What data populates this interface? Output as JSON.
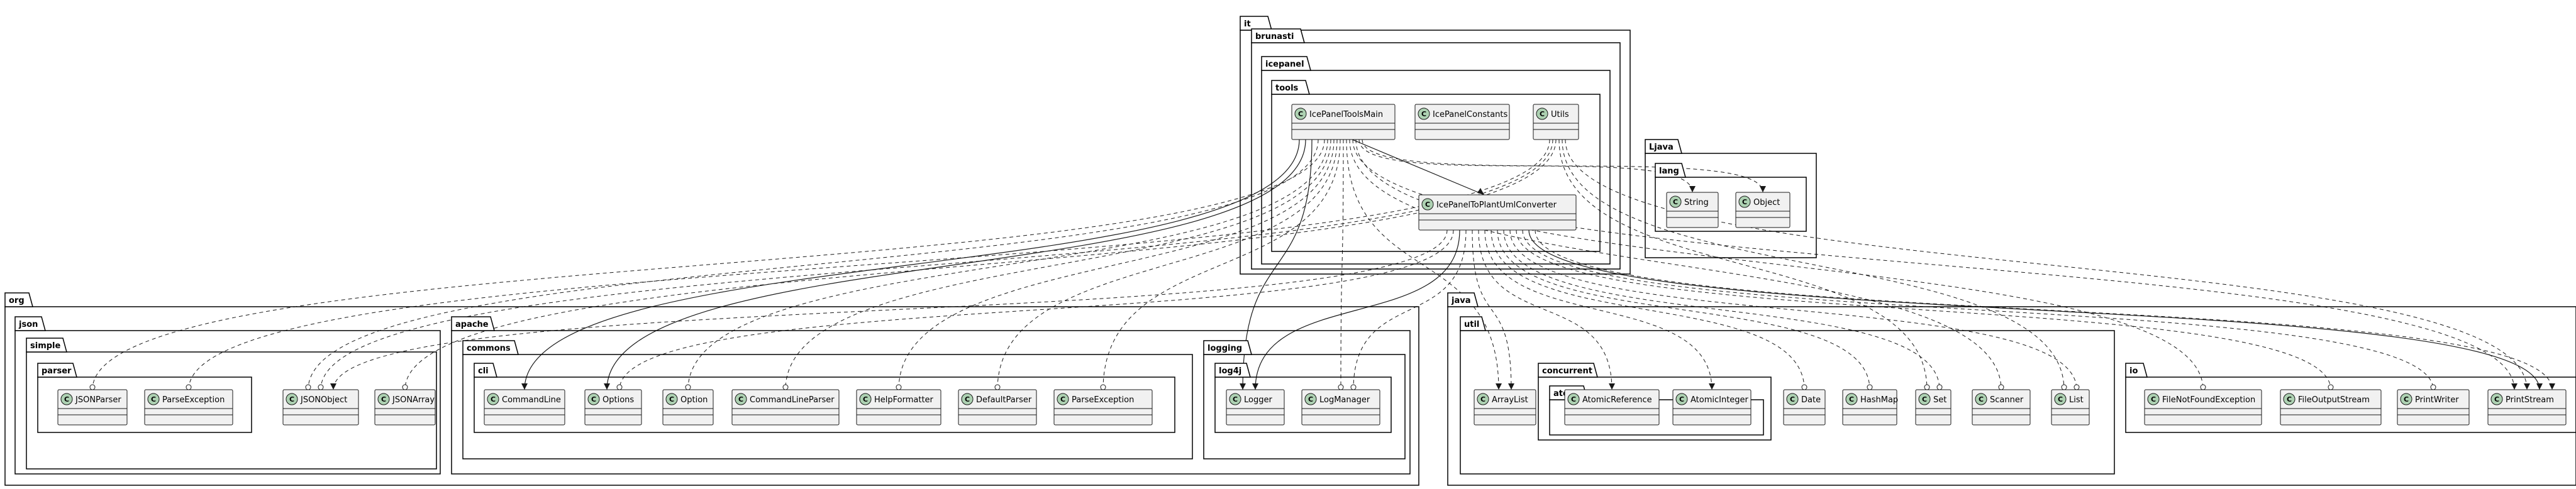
{
  "packages": {
    "it": "it",
    "brunasti": "brunasti",
    "icepanel": "icepanel",
    "tools": "tools",
    "ljava": "Ljava",
    "lang": "lang",
    "org": "org",
    "json": "json",
    "simple": "simple",
    "parser": "parser",
    "apache": "apache",
    "commons": "commons",
    "cli": "cli",
    "logging": "logging",
    "log4j": "log4j",
    "java": "java",
    "util": "util",
    "concurrent": "concurrent",
    "atomic": "atomic",
    "io": "io"
  },
  "classes": {
    "IcePanelToolsMain": "IcePanelToolsMain",
    "IcePanelConstants": "IcePanelConstants",
    "Utils": "Utils",
    "IcePanelToPlantUmlConverter": "IcePanelToPlantUmlConverter",
    "String": "String",
    "Object": "Object",
    "JSONParser": "JSONParser",
    "ParseException_json": "ParseException",
    "JSONObject": "JSONObject",
    "JSONArray": "JSONArray",
    "CommandLine": "CommandLine",
    "Options": "Options",
    "Option": "Option",
    "CommandLineParser": "CommandLineParser",
    "HelpFormatter": "HelpFormatter",
    "DefaultParser": "DefaultParser",
    "ParseException_cli": "ParseException",
    "Logger": "Logger",
    "LogManager": "LogManager",
    "ArrayList": "ArrayList",
    "AtomicReference": "AtomicReference",
    "AtomicInteger": "AtomicInteger",
    "Date": "Date",
    "HashMap": "HashMap",
    "Set": "Set",
    "Scanner": "Scanner",
    "List": "List",
    "FileNotFoundException": "FileNotFoundException",
    "FileOutputStream": "FileOutputStream",
    "PrintWriter": "PrintWriter",
    "PrintStream": "PrintStream"
  },
  "class_stereotype_letter": "C",
  "colors": {
    "class_fill": "#f1f1f1",
    "class_circle": "#add1b2",
    "line": "#181818"
  }
}
